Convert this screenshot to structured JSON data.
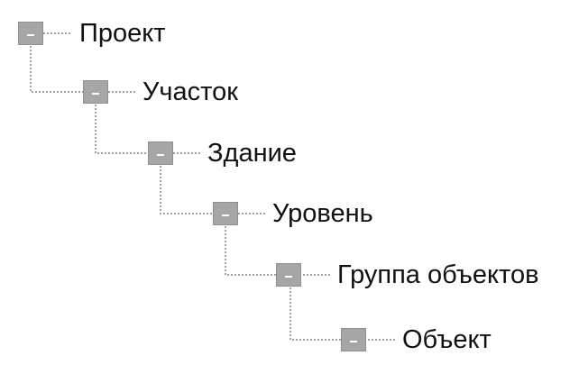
{
  "tree": {
    "nodes": [
      {
        "label": "Проект",
        "toggle": "collapse-icon"
      },
      {
        "label": "Участок",
        "toggle": "collapse-icon"
      },
      {
        "label": "Здание",
        "toggle": "collapse-icon"
      },
      {
        "label": "Уровень",
        "toggle": "collapse-icon"
      },
      {
        "label": "Группа объектов",
        "toggle": "collapse-icon"
      },
      {
        "label": "Объект",
        "toggle": "collapse-icon"
      }
    ],
    "colors": {
      "toggle_fill": "#a6a6a6",
      "toggle_border": "#8f8f8f",
      "connector": "#a0a0a0",
      "text": "#111111"
    }
  }
}
